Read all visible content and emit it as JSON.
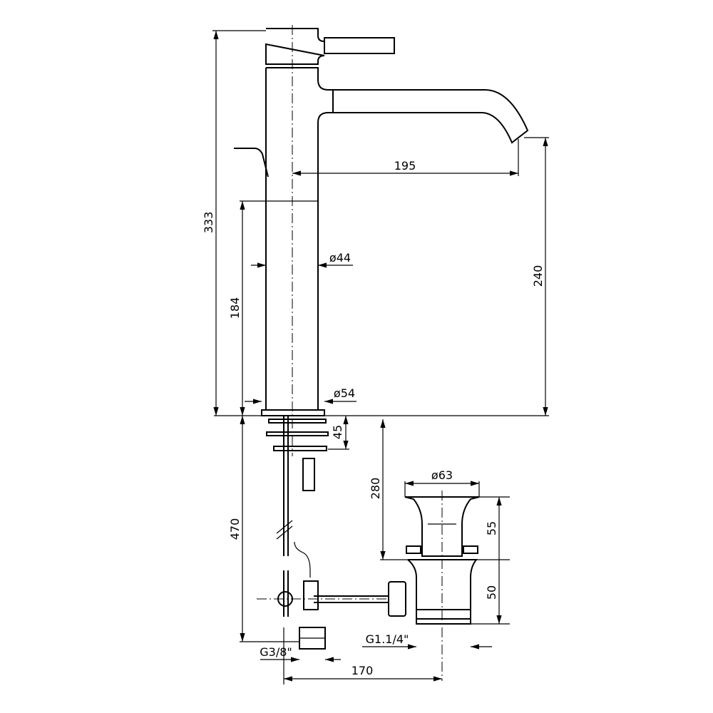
{
  "dimensions": {
    "total_height": "333",
    "spout_reach": "195",
    "spout_height": "240",
    "body_height": "184",
    "body_diameter": "ø44",
    "base_diameter": "ø54",
    "mount_depth": "45",
    "tap_to_drain": "280",
    "hose_length": "470",
    "drain_diameter": "ø63",
    "drain_upper": "55",
    "drain_lower": "50",
    "supply_thread": "G3/8\"",
    "drain_thread": "G1.1/4\"",
    "tap_drain_spacing": "170"
  }
}
